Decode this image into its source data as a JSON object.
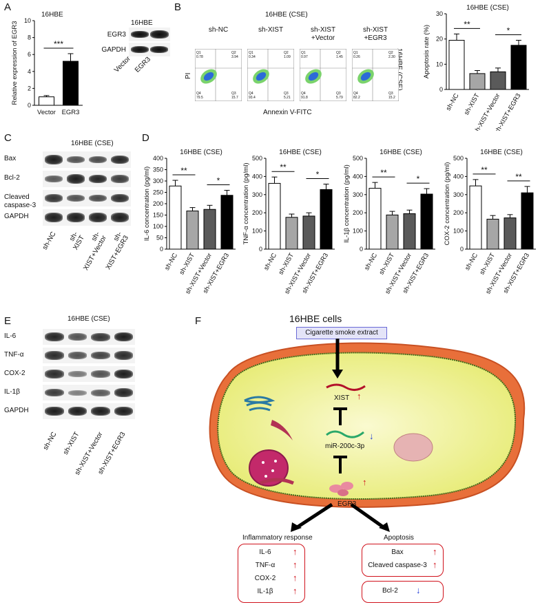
{
  "panels": {
    "A": "A",
    "B": "B",
    "C": "C",
    "D": "D",
    "E": "E",
    "F": "F"
  },
  "panelA": {
    "chart_title": "16HBE",
    "blot_title": "16HBE",
    "blot_rows": [
      "EGR3",
      "GAPDH"
    ],
    "blot_lanes": [
      "Vector",
      "EGR3"
    ]
  },
  "panelB": {
    "flow_title": "16HBE (CSE)",
    "flow_groups": [
      "sh-NC",
      "sh-XIST",
      "sh-XIST\n+Vector",
      "sh-XIST\n+EGR3"
    ],
    "flow_y": "PI",
    "flow_x": "Annexin V-FITC",
    "flow_side": "16HBE (CSE)",
    "quadrants": [
      {
        "q1": "Q1",
        "v1": "0.78",
        "q2": "Q2",
        "v2": "3.94",
        "q4": "Q4",
        "v4": "79.5",
        "q3": "Q3",
        "v3": "15.7"
      },
      {
        "q1": "Q1",
        "v1": "0.34",
        "q2": "Q2",
        "v2": "1.09",
        "q4": "Q4",
        "v4": "93.4",
        "q3": "Q3",
        "v3": "5.21"
      },
      {
        "q1": "Q1",
        "v1": "0.97",
        "q2": "Q2",
        "v2": "1.45",
        "q4": "Q4",
        "v4": "91.8",
        "q3": "Q3",
        "v3": "5.79"
      },
      {
        "q1": "Q1",
        "v1": "0.26",
        "q2": "Q2",
        "v2": "2.30",
        "q4": "Q4",
        "v4": "82.2",
        "q3": "Q3",
        "v3": "15.2"
      }
    ]
  },
  "panelC": {
    "title": "16HBE (CSE)",
    "rows": [
      "Bax",
      "Bcl-2",
      "Cleaved\ncaspase-3",
      "GAPDH"
    ],
    "lanes": [
      "sh-NC",
      "sh-\nXIST",
      "sh-\nXIST+Vector",
      "sh-\nXIST+EGR3"
    ]
  },
  "panelE": {
    "title": "16HBE (CSE)",
    "rows": [
      "IL-6",
      "TNF-α",
      "COX-2",
      "IL-1β",
      "GAPDH"
    ],
    "lanes": [
      "sh-NC",
      "sh-XIST",
      "sh-XIST+Vector",
      "sh-XIST+EGR3"
    ]
  },
  "panelF": {
    "title": "16HBE cells",
    "input": "Cigarette smoke extract",
    "xist": "XIST",
    "mirna": "miR-200c-3p",
    "egr3": "EGR3",
    "inflam_title": "Inflammatory response",
    "inflam_items": [
      "IL-6",
      "TNF-α",
      "COX-2",
      "IL-1β"
    ],
    "apop_title": "Apoptosis",
    "apop_items": [
      "Bax",
      "Cleaved caspase-3"
    ],
    "apop_down": [
      "Bcl-2"
    ]
  },
  "chart_data": [
    {
      "type": "bar",
      "title": "16HBE",
      "categories": [
        "Vector",
        "EGR3"
      ],
      "values": [
        1.0,
        5.2
      ],
      "errors": [
        0.15,
        0.9
      ],
      "ylabel": "Relative expression of EGR3",
      "ylim": [
        0,
        10
      ],
      "yticks": [
        0,
        2,
        4,
        6,
        8,
        10
      ],
      "significance": [
        {
          "between": [
            "Vector",
            "EGR3"
          ],
          "label": "***"
        }
      ],
      "colors": [
        "#ffffff",
        "#000000"
      ]
    },
    {
      "type": "bar",
      "title": "16HBE (CSE)",
      "categories": [
        "sh-NC",
        "sh-XIST",
        "sh-XIST+Vector",
        "sh-XIST+EGR3"
      ],
      "values": [
        19.5,
        6.3,
        7.0,
        17.5
      ],
      "errors": [
        2.5,
        1.2,
        1.5,
        2.0
      ],
      "ylabel": "Apoptosis rate (%)",
      "ylim": [
        0,
        30
      ],
      "yticks": [
        0,
        10,
        20,
        30
      ],
      "significance": [
        {
          "between": [
            "sh-NC",
            "sh-XIST"
          ],
          "label": "**"
        },
        {
          "between": [
            "sh-XIST+Vector",
            "sh-XIST+EGR3"
          ],
          "label": "*"
        }
      ],
      "colors": [
        "#ffffff",
        "#a6a6a6",
        "#5a5a5a",
        "#000000"
      ]
    },
    {
      "type": "bar",
      "title": "16HBE (CSE)",
      "categories": [
        "sh-NC",
        "sh-XIST",
        "sh-XIST+Vector",
        "sh-XIST+EGR3"
      ],
      "values": [
        278,
        168,
        175,
        237
      ],
      "errors": [
        25,
        15,
        18,
        22
      ],
      "ylabel": "IL-6 concentration (pg/ml)",
      "ylim": [
        0,
        400
      ],
      "yticks": [
        0,
        50,
        100,
        150,
        200,
        250,
        300,
        350,
        400
      ],
      "significance": [
        {
          "between": [
            "sh-NC",
            "sh-XIST"
          ],
          "label": "**"
        },
        {
          "between": [
            "sh-XIST+Vector",
            "sh-XIST+EGR3"
          ],
          "label": "*"
        }
      ],
      "colors": [
        "#ffffff",
        "#a6a6a6",
        "#5a5a5a",
        "#000000"
      ]
    },
    {
      "type": "bar",
      "title": "16HBE (CSE)",
      "categories": [
        "sh-NC",
        "sh-XIST",
        "sh-XIST+Vector",
        "sh-XIST+EGR3"
      ],
      "values": [
        362,
        175,
        182,
        328
      ],
      "errors": [
        35,
        18,
        18,
        30
      ],
      "ylabel": "TNF-α concentration (pg/ml)",
      "ylim": [
        0,
        500
      ],
      "yticks": [
        0,
        100,
        200,
        300,
        400,
        500
      ],
      "significance": [
        {
          "between": [
            "sh-NC",
            "sh-XIST"
          ],
          "label": "**"
        },
        {
          "between": [
            "sh-XIST+Vector",
            "sh-XIST+EGR3"
          ],
          "label": "*"
        }
      ],
      "colors": [
        "#ffffff",
        "#a6a6a6",
        "#5a5a5a",
        "#000000"
      ]
    },
    {
      "type": "bar",
      "title": "16HBE (CSE)",
      "categories": [
        "sh-NC",
        "sh-XIST",
        "sh-XIST+Vector",
        "sh-XIST+EGR3"
      ],
      "values": [
        335,
        188,
        195,
        303
      ],
      "errors": [
        32,
        20,
        20,
        30
      ],
      "ylabel": "IL-1β concentration (pg/ml)",
      "ylim": [
        0,
        500
      ],
      "yticks": [
        0,
        100,
        200,
        300,
        400,
        500
      ],
      "significance": [
        {
          "between": [
            "sh-NC",
            "sh-XIST"
          ],
          "label": "**"
        },
        {
          "between": [
            "sh-XIST+Vector",
            "sh-XIST+EGR3"
          ],
          "label": "*"
        }
      ],
      "colors": [
        "#ffffff",
        "#a6a6a6",
        "#5a5a5a",
        "#000000"
      ]
    },
    {
      "type": "bar",
      "title": "16HBE (CSE)",
      "categories": [
        "sh-NC",
        "sh-XIST",
        "sh-XIST+Vector",
        "sh-XIST+EGR3"
      ],
      "values": [
        348,
        165,
        172,
        310
      ],
      "errors": [
        35,
        20,
        18,
        35
      ],
      "ylabel": "COX-2 concentration (pg/ml)",
      "ylim": [
        0,
        500
      ],
      "yticks": [
        0,
        100,
        200,
        300,
        400,
        500
      ],
      "significance": [
        {
          "between": [
            "sh-NC",
            "sh-XIST"
          ],
          "label": "**"
        },
        {
          "between": [
            "sh-XIST+Vector",
            "sh-XIST+EGR3"
          ],
          "label": "**"
        }
      ],
      "colors": [
        "#ffffff",
        "#a6a6a6",
        "#5a5a5a",
        "#000000"
      ]
    }
  ]
}
